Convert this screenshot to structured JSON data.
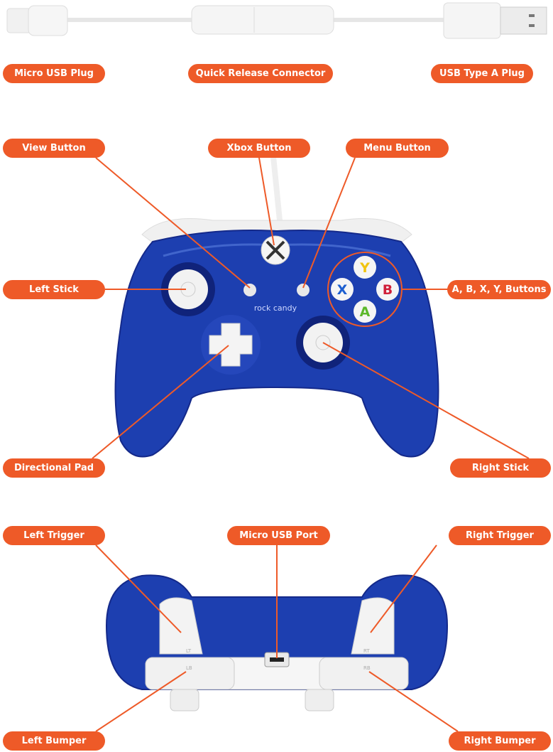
{
  "accent_color": "#ee5a28",
  "controller_color": "#1d3fb0",
  "cable_labels": [
    "Micro USB Plug",
    "Quick Release Connector",
    "USB Type A Plug"
  ],
  "front_labels": {
    "view": "View Button",
    "xbox": "Xbox Button",
    "menu": "Menu Button",
    "left_stick": "Left Stick",
    "face_buttons": "A, B, X, Y, Buttons",
    "dpad": "Directional Pad",
    "right_stick": "Right Stick"
  },
  "top_labels": {
    "left_trigger": "Left Trigger",
    "micro_usb_port": "Micro USB Port",
    "right_trigger": "Right Trigger",
    "left_bumper": "Left Bumper",
    "right_bumper": "Right Bumper"
  },
  "face_button_letters": {
    "y": "Y",
    "x": "X",
    "b": "B",
    "a": "A"
  },
  "brand_logo_text": "rock candy",
  "trigger_marks": {
    "lt": "LT",
    "rt": "RT",
    "lb": "LB",
    "rb": "RB"
  }
}
